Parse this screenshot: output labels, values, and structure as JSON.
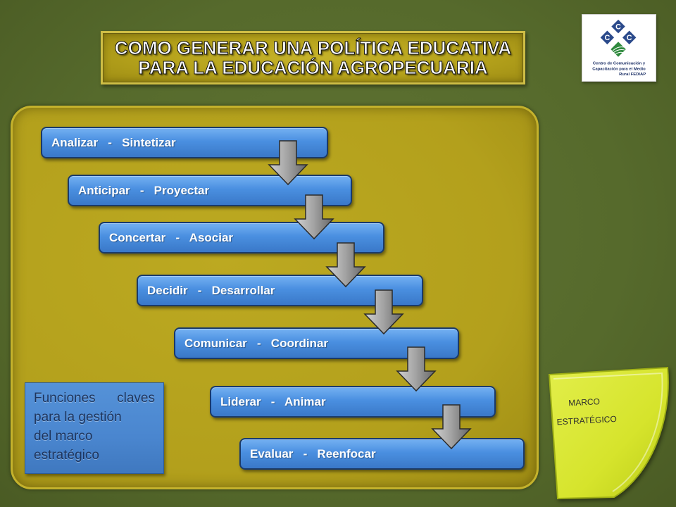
{
  "title": {
    "line1": "COMO GENERAR UNA POLÍTICA EDUCATIVA",
    "line2": "PARA LA EDUCACIÓN AGROPECUARIA"
  },
  "logo": {
    "icon": "ccc-diamond-logo",
    "letters": [
      "C",
      "C",
      "C"
    ],
    "caption": [
      "Centro de Comunicación y",
      "Capacitación para el Medio",
      "Rural FEDIAP"
    ]
  },
  "steps": [
    {
      "label": "Analizar   -   Sintetizar"
    },
    {
      "label": "Anticipar   -   Proyectar"
    },
    {
      "label": "Concertar   -   Asociar"
    },
    {
      "label": "Decidir   -   Desarrollar"
    },
    {
      "label": "Comunicar   -   Coordinar"
    },
    {
      "label": "Liderar   -   Animar"
    },
    {
      "label": "Evaluar   -   Reenfocar"
    }
  ],
  "step_connector_icon": "down-arrow",
  "note": {
    "lines": [
      "Funciones claves",
      "para la gestión",
      "del marco",
      "estratégico"
    ]
  },
  "tag": {
    "lines": [
      "MARCO",
      "ESTRATÉGICO"
    ]
  },
  "colors": {
    "background": "#566a2c",
    "panel": "#b3a01c",
    "step_bar": "#4a8fe0",
    "note_box": "#4a86cf",
    "tag": "#d6e42c",
    "title_fill": "#b5a21b",
    "title_text": "#ffffff"
  }
}
